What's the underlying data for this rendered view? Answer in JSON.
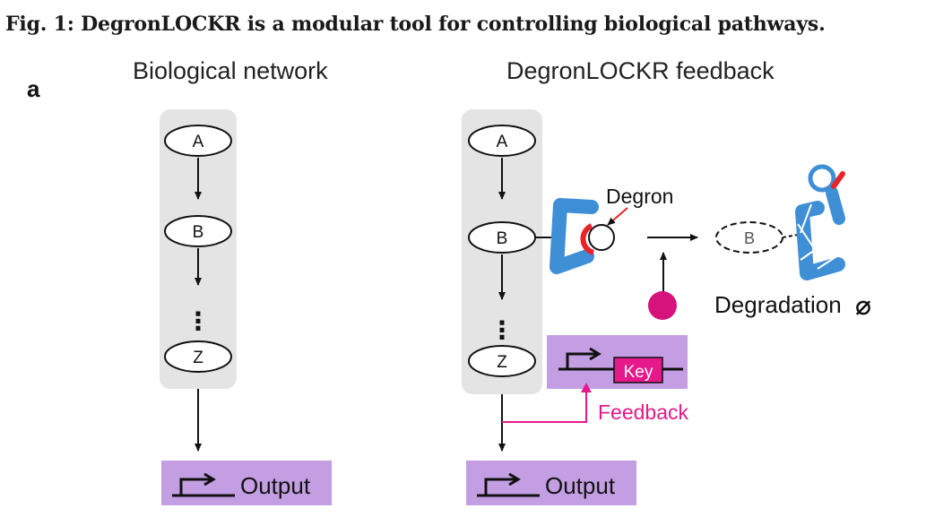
{
  "figure": {
    "title": "Fig. 1: DegronLOCKR is a modular tool for controlling biological pathways.",
    "panel_label": "a",
    "left_panel": {
      "title": "Biological network",
      "nodes": [
        "A",
        "B",
        "Z"
      ],
      "ellipsis": "⋮",
      "output_label": "Output"
    },
    "right_panel": {
      "title": "DegronLOCKR feedback",
      "nodes": [
        "A",
        "B",
        "Z"
      ],
      "ellipsis": "⋮",
      "degron_label": "Degron",
      "degraded_node_label": "B",
      "degradation_label": "Degradation",
      "degradation_symbol": "⌀",
      "key_label": "Key",
      "feedback_label": "Feedback",
      "output_label": "Output"
    }
  },
  "colors": {
    "panel_gray": "#e4e4e4",
    "output_box": "#c49ee3",
    "key_box": "#e6198a",
    "feedback_line": "#e6198a",
    "lockr_blue": "#3e8fd6",
    "degron_red": "#e8242b",
    "inducer_magenta": "#d6127c"
  },
  "icons": [
    "promoter-arrow-icon",
    "inducer-dot-icon",
    "degron-ring-icon",
    "null-symbol-icon"
  ]
}
